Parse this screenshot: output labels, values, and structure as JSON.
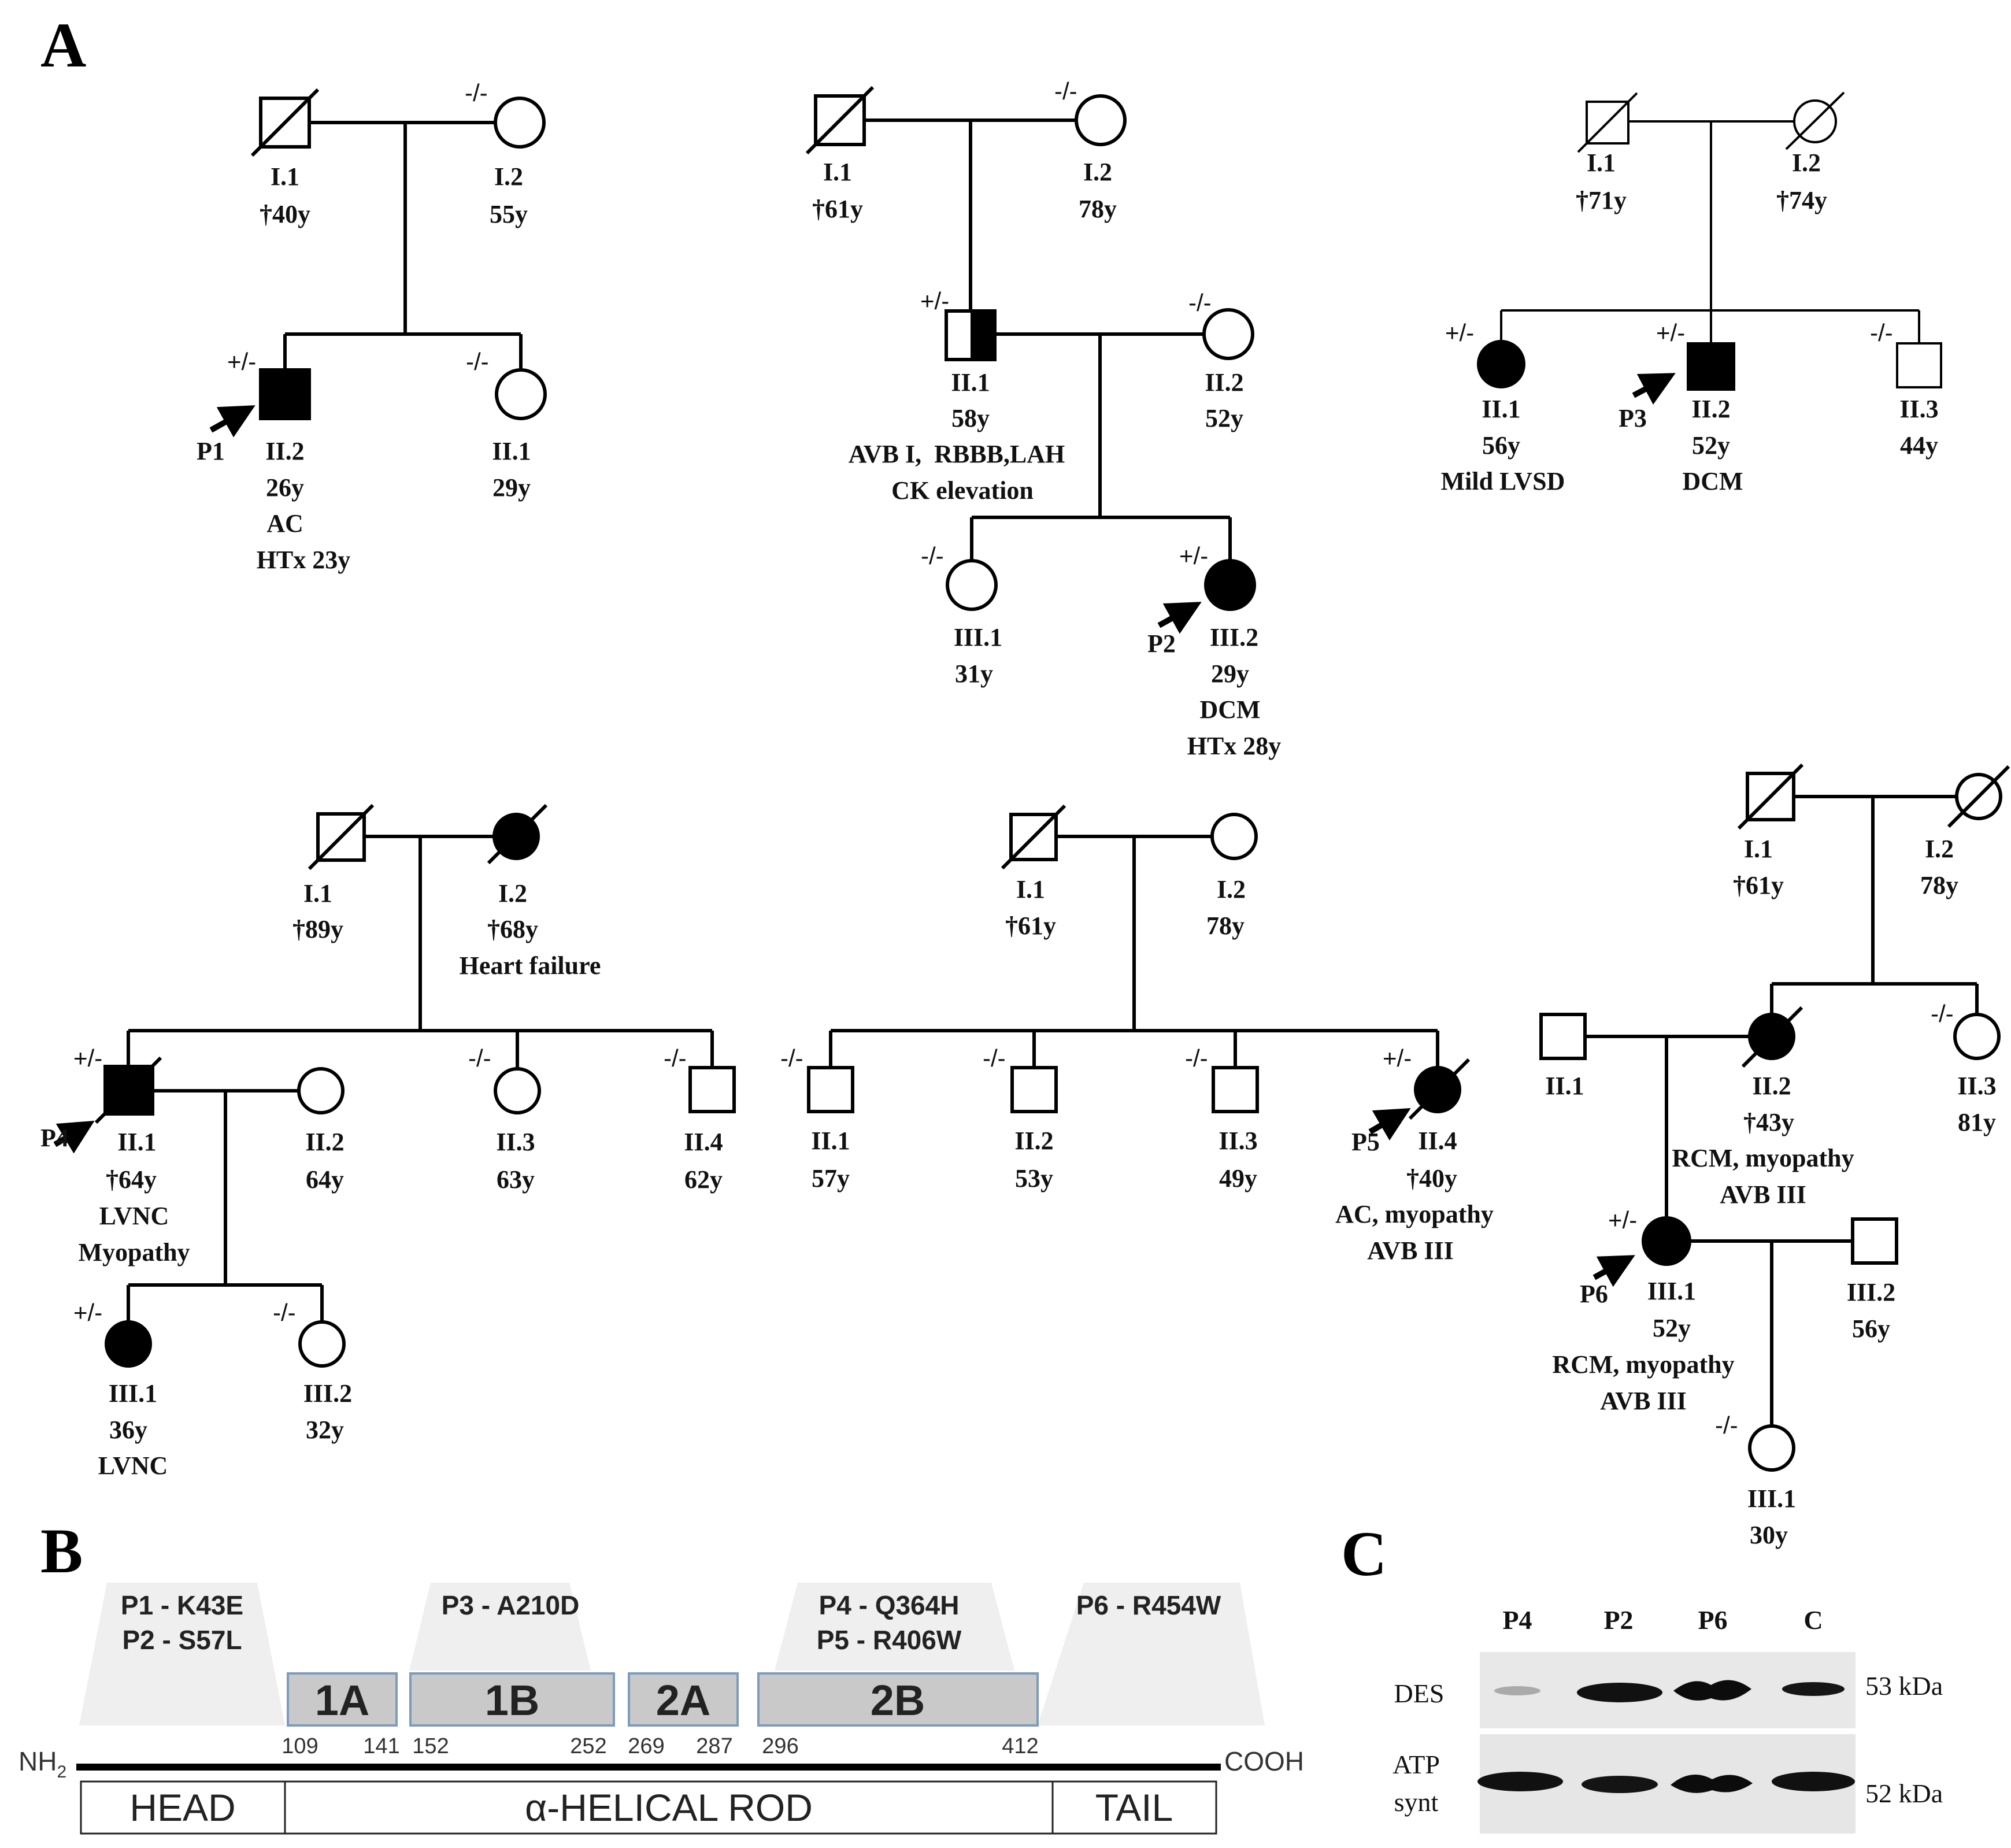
{
  "panels": {
    "a": "A",
    "b": "B",
    "c": "C"
  },
  "pedigree": {
    "fam1": {
      "I1": {
        "id": "I.1",
        "age": "†40y"
      },
      "I2": {
        "id": "I.2",
        "age": "55y",
        "geno": "-/-"
      },
      "II2": {
        "id": "II.2",
        "age": "26y",
        "dx1": "AC",
        "dx2": "HTx 23y",
        "geno": "+/-",
        "proband": "P1"
      },
      "II1": {
        "id": "II.1",
        "age": "29y",
        "geno": "-/-"
      }
    },
    "fam2": {
      "I1": {
        "id": "I.1",
        "age": "†61y"
      },
      "I2": {
        "id": "I.2",
        "age": "78y",
        "geno": "-/-"
      },
      "II1": {
        "id": "II.1",
        "age": "58y",
        "dx1": "AVB I,  RBBB,LAH",
        "dx2": "CK elevation",
        "geno": "+/-"
      },
      "II2": {
        "id": "II.2",
        "age": "52y",
        "geno": "-/-"
      },
      "III1": {
        "id": "III.1",
        "age": "31y",
        "geno": "-/-"
      },
      "III2": {
        "id": "III.2",
        "age": "29y",
        "dx1": "DCM",
        "dx2": "HTx 28y",
        "geno": "+/-",
        "proband": "P2"
      }
    },
    "fam3": {
      "I1": {
        "id": "I.1",
        "age": "†71y"
      },
      "I2": {
        "id": "I.2",
        "age": "†74y"
      },
      "II1": {
        "id": "II.1",
        "age": "56y",
        "dx1": "Mild LVSD",
        "geno": "+/-"
      },
      "II2": {
        "id": "II.2",
        "age": "52y",
        "dx1": "DCM",
        "geno": "+/-",
        "proband": "P3"
      },
      "II3": {
        "id": "II.3",
        "age": "44y",
        "geno": "-/-"
      }
    },
    "fam4": {
      "I1": {
        "id": "I.1",
        "age": "†89y"
      },
      "I2": {
        "id": "I.2",
        "age": "†68y",
        "dx1": "Heart failure"
      },
      "II1": {
        "id": "II.1",
        "age": "†64y",
        "dx1": "LVNC",
        "dx2": "Myopathy",
        "geno": "+/-",
        "proband": "P4"
      },
      "II2": {
        "id": "II.2",
        "age": "64y"
      },
      "II3": {
        "id": "II.3",
        "age": "63y",
        "geno": "-/-"
      },
      "II4": {
        "id": "II.4",
        "age": "62y",
        "geno": "-/-"
      },
      "III1": {
        "id": "III.1",
        "age": "36y",
        "dx1": "LVNC",
        "geno": "+/-"
      },
      "III2": {
        "id": "III.2",
        "age": "32y",
        "geno": "-/-"
      }
    },
    "fam5": {
      "I1": {
        "id": "I.1",
        "age": "†61y"
      },
      "I2": {
        "id": "I.2",
        "age": "78y"
      },
      "II1": {
        "id": "II.1",
        "age": "57y",
        "geno": "-/-"
      },
      "II2": {
        "id": "II.2",
        "age": "53y",
        "geno": "-/-"
      },
      "II3": {
        "id": "II.3",
        "age": "49y",
        "geno": "-/-"
      },
      "II4": {
        "id": "II.4",
        "age": "†40y",
        "dx1": "AC, myopathy",
        "dx2": "AVB III",
        "geno": "+/-",
        "proband": "P5"
      }
    },
    "fam6": {
      "I1": {
        "id": "I.1",
        "age": "†61y"
      },
      "I2": {
        "id": "I.2",
        "age": "78y"
      },
      "II1": {
        "id": "II.1"
      },
      "II2": {
        "id": "II.2",
        "age": "†43y",
        "dx1": "RCM, myopathy",
        "dx2": "AVB III"
      },
      "II3": {
        "id": "II.3",
        "age": "81y",
        "geno": "-/-"
      },
      "III1": {
        "id": "III.1",
        "age": "52y",
        "dx1": "RCM, myopathy",
        "dx2": "AVB III",
        "geno": "+/-",
        "proband": "P6"
      },
      "III2": {
        "id": "III.2",
        "age": "56y"
      },
      "IV1": {
        "id": "III.1",
        "age": "30y",
        "geno": "-/-"
      }
    }
  },
  "protein": {
    "mutations": {
      "head1": "P1 - K43E",
      "head2": "P2 - S57L",
      "m1b": "P3 - A210D",
      "m2b1": "P4 - Q364H",
      "m2b2": "P5 - R406W",
      "tail": "P6 - R454W"
    },
    "domains": {
      "d1a": "1A",
      "d1b": "1B",
      "d2a": "2A",
      "d2b": "2B"
    },
    "positions": {
      "p109": "109",
      "p141": "141",
      "p152": "152",
      "p252": "252",
      "p269": "269",
      "p287": "287",
      "p296": "296",
      "p412": "412"
    },
    "nterm": "NH",
    "nterm_sub": "2",
    "cterm": "COOH",
    "regions": {
      "head": "HEAD",
      "rod": "α-HELICAL ROD",
      "tail": "TAIL"
    }
  },
  "western": {
    "lanes": [
      "P4",
      "P2",
      "P6",
      "C"
    ],
    "row1_label": "DES",
    "row2_label1": "ATP",
    "row2_label2": "synt",
    "mw1": "53 kDa",
    "mw2": "52 kDa"
  }
}
